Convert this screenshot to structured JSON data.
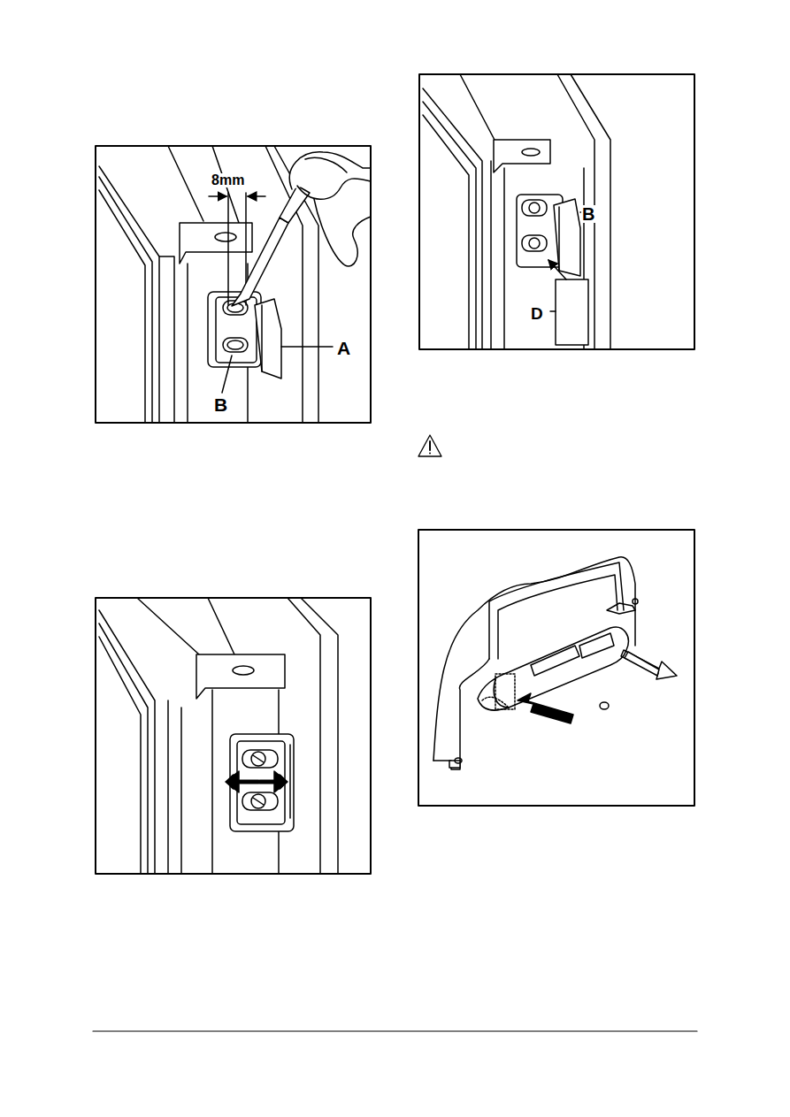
{
  "diagram": {
    "labels": [
      "8mm",
      "A",
      "B",
      "B",
      "D"
    ]
  }
}
